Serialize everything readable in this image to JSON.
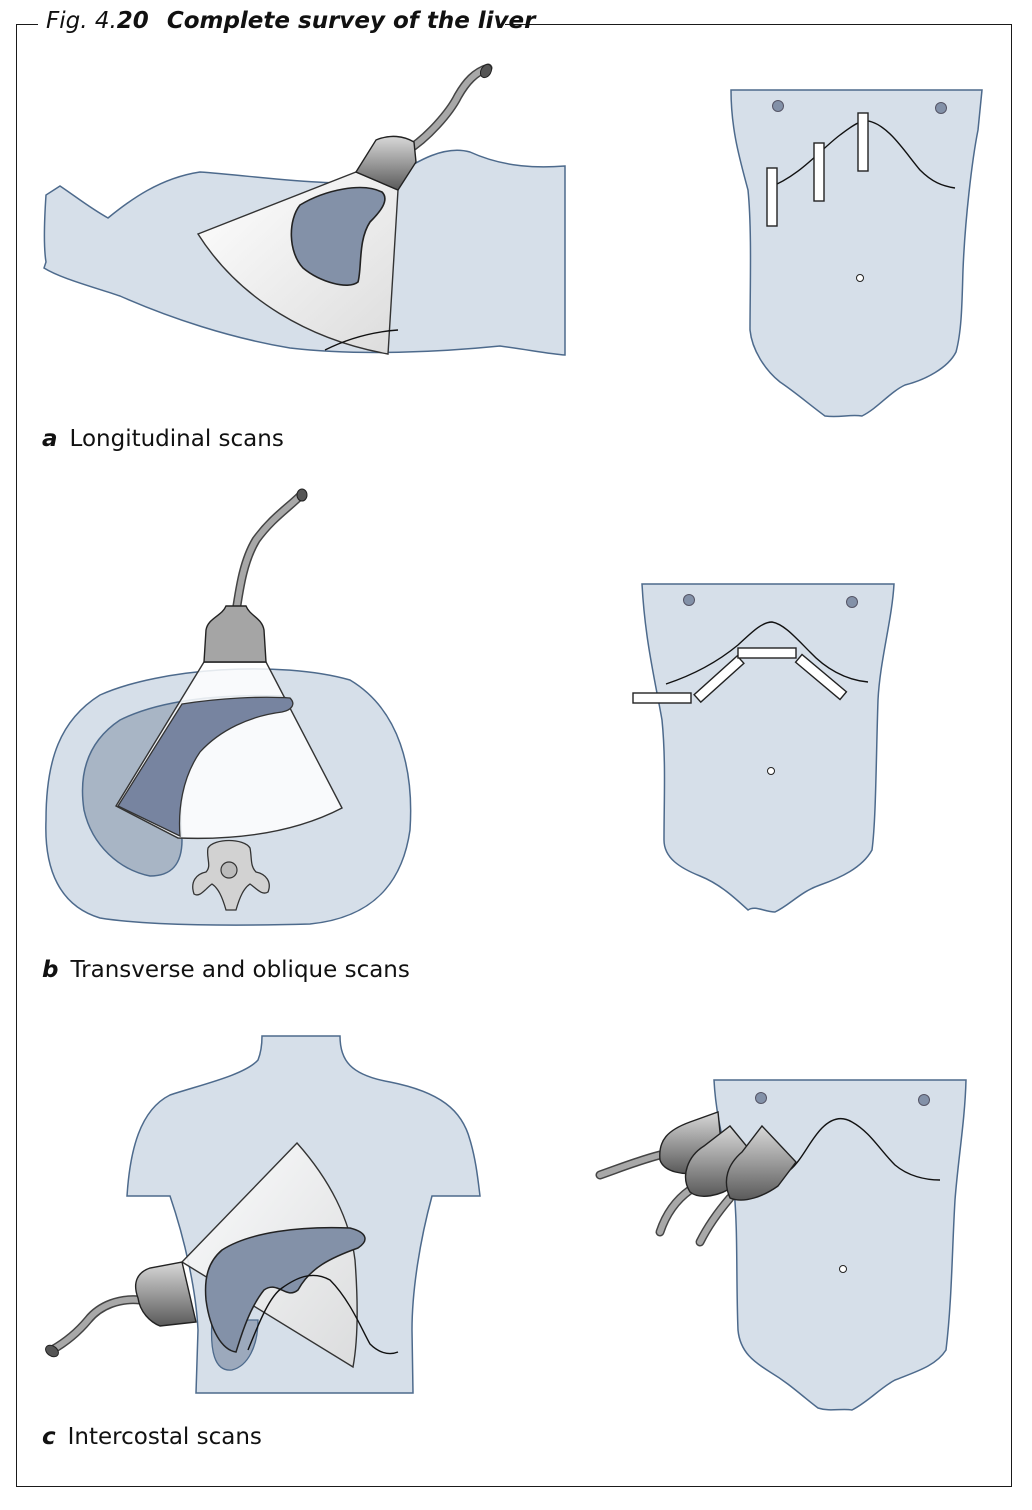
{
  "figure": {
    "label": "Fig. 4.",
    "number": "20",
    "caption": "Complete survey of the liver"
  },
  "panels": [
    {
      "letter": "a",
      "text": "Longitudinal scans"
    },
    {
      "letter": "b",
      "text": "Transverse and oblique scans"
    },
    {
      "letter": "c",
      "text": "Intercostal scans"
    }
  ],
  "colors": {
    "body_fill": "#d6dfe9",
    "body_stroke": "#4d6a8c",
    "liver_fill": "#8391a8",
    "beam_fill": "#ececec",
    "probe_fill": "#a5a5a5",
    "line": "#111111"
  }
}
